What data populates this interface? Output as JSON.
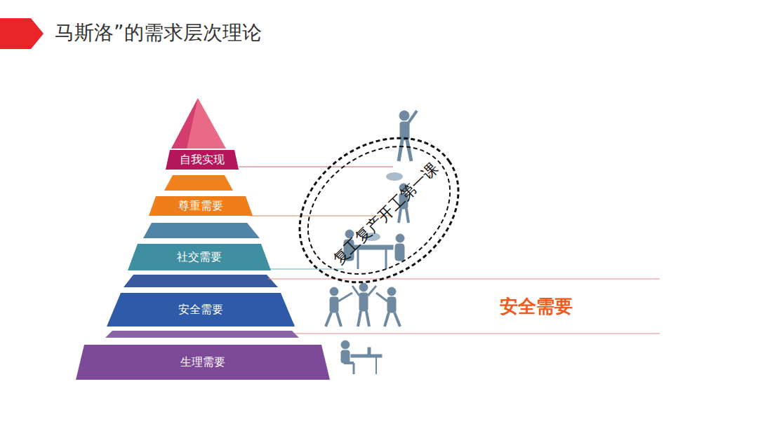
{
  "diagram": {
    "title": "马斯洛”的需求层次理论",
    "nodes": [
      {
        "text": [
          "自我实现"
        ]
      },
      {
        "text": [
          "尊重需要"
        ]
      },
      {
        "text": [
          "社交需要"
        ]
      },
      {
        "text": [
          "安全需要"
        ]
      },
      {
        "text": [
          "生理需要"
        ]
      }
    ],
    "labels": [
      "安全需要",
      "复工复产开工第一课"
    ]
  }
}
